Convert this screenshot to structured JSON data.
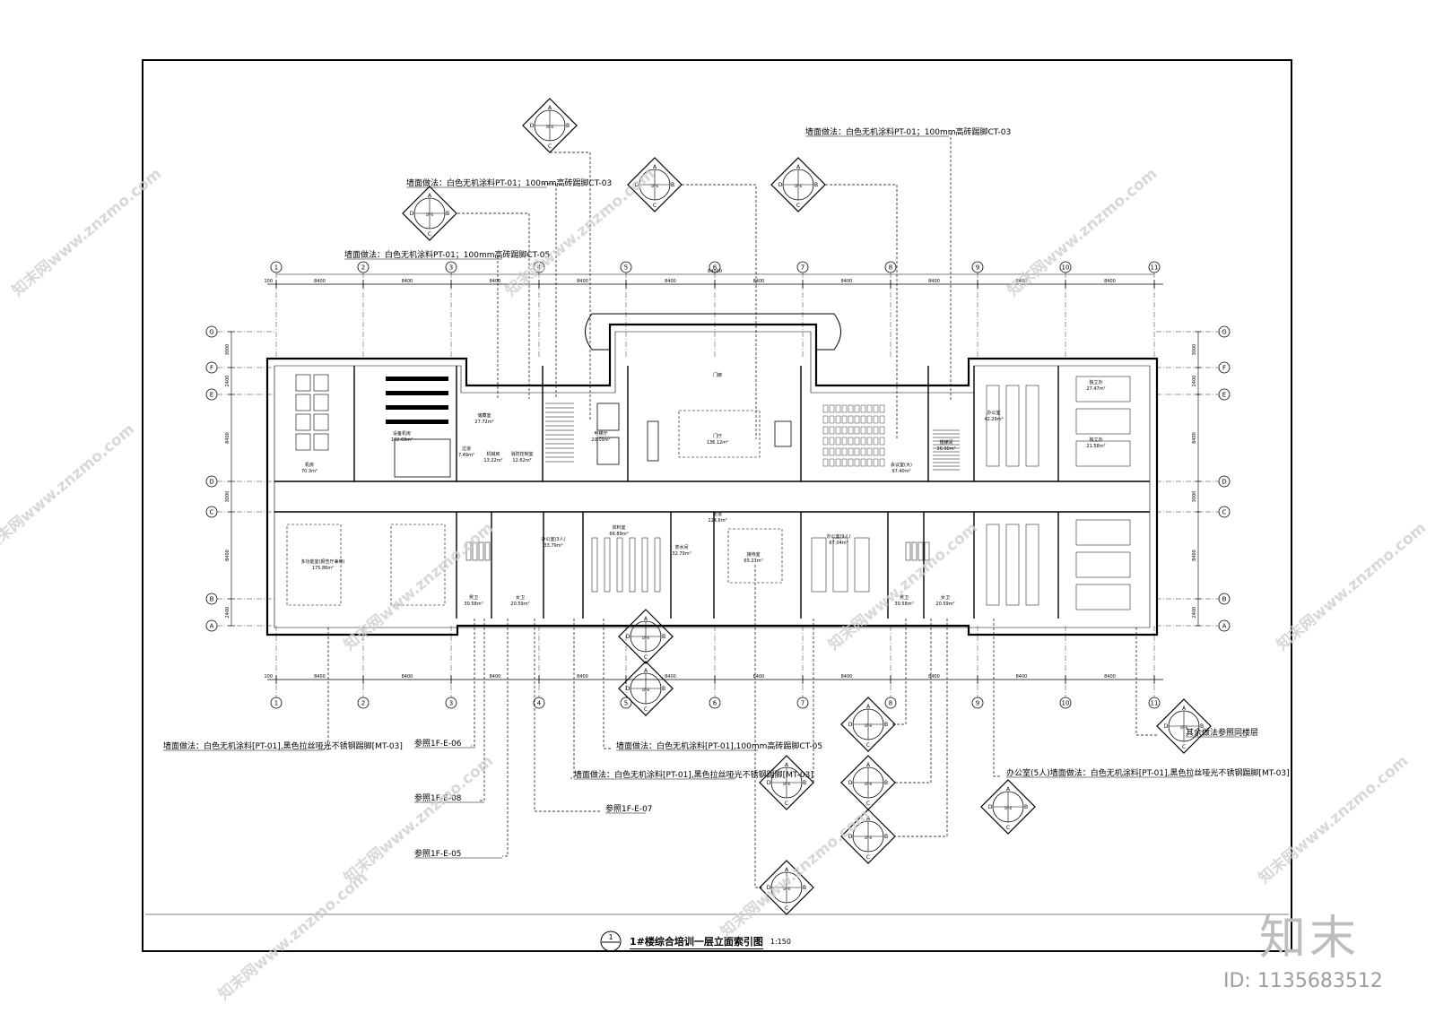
{
  "drawing": {
    "title": "1#楼综合培训一层立面索引图",
    "scale": "1:150",
    "title_tag": "1"
  },
  "grid": {
    "columns": [
      "1",
      "2",
      "3",
      "4",
      "5",
      "6",
      "7",
      "8",
      "9",
      "10",
      "11"
    ],
    "rows": [
      "G",
      "F",
      "E",
      "D",
      "C",
      "B",
      "A"
    ],
    "dim_bay": "8400",
    "dim_total": "84000",
    "dim_left": "100",
    "right_dims": [
      "3000",
      "2400",
      "8400",
      "3000",
      "8400",
      "2400"
    ]
  },
  "rooms": [
    {
      "name": "机房",
      "area": "70.3m²"
    },
    {
      "name": "设备机房",
      "area": "102.69m²"
    },
    {
      "name": "储藏室",
      "area": "27.72m²"
    },
    {
      "name": "过道",
      "area": "7.49m²"
    },
    {
      "name": "机械房",
      "area": "13.22m²"
    },
    {
      "name": "消防控制室",
      "area": "12.62m²"
    },
    {
      "name": "电梯厅",
      "area": "20.09m²"
    },
    {
      "name": "门廊",
      "area": ""
    },
    {
      "name": "门厅",
      "area": "136.12m²"
    },
    {
      "name": "会议室(大)",
      "area": "97.40m²"
    },
    {
      "name": "楼梯间",
      "area": "36.90m²"
    },
    {
      "name": "办公室",
      "area": "42.29m²"
    },
    {
      "name": "独立办",
      "area": "27.47m²"
    },
    {
      "name": "独立办",
      "area": "21.58m²"
    },
    {
      "name": "走道",
      "area": "224.6m²"
    },
    {
      "name": "多功能室(报告厅兼用)",
      "area": "175.86m²"
    },
    {
      "name": "男卫",
      "area": "30.58m²"
    },
    {
      "name": "女卫",
      "area": "20.59m²"
    },
    {
      "name": "办公室(3人)",
      "area": "33.79m²"
    },
    {
      "name": "资料室",
      "area": "66.89m²"
    },
    {
      "name": "茶水间",
      "area": "32.79m²"
    },
    {
      "name": "接待室",
      "area": "65.23m²"
    },
    {
      "name": "办公室(9人)",
      "area": "67.04m²"
    },
    {
      "name": "男卫",
      "area": "30.58m²"
    },
    {
      "name": "女卫",
      "area": "20.59m²"
    }
  ],
  "notes": {
    "top1": "墙面做法：白色无机涂料PT-01；100mm高砖踢脚CT-03",
    "top2": "墙面做法：白色无机涂料PT-01；100mm高砖踢脚CT-05",
    "top3": "墙面做法：白色无机涂料PT-01；100mm高砖踢脚CT-03",
    "bottom_left": "墙面做法：白色无机涂料[PT-01],黑色拉丝哑光不锈钢踢脚[MT-03]",
    "ref_e06": "参照1F-E-06",
    "ref_e08": "参照1F-E-08",
    "ref_e05": "参照1F-E-05",
    "ref_e07": "参照1F-E-07",
    "mid1": "墙面做法：白色无机涂料[PT-01],100mm高砖踢脚CT-05",
    "mid2": "墙面做法：白色无机涂料[PT-01],黑色拉丝哑光不锈钢踢脚[MT-03]",
    "right1": "办公室(5人)墙面做法：白色无机涂料[PT-01],黑色拉丝哑光不锈钢踢脚[MT-03]",
    "right2": "其余做法参照同楼层"
  },
  "markers": {
    "letters": [
      "A",
      "B",
      "C",
      "D"
    ],
    "code": "1F-E"
  },
  "watermark": {
    "text": "知末网www.znzmo.com",
    "brand": "知末",
    "id": "ID: 1135683512"
  },
  "colors": {
    "line": "#000000",
    "watermark": "#cfcfcf"
  }
}
